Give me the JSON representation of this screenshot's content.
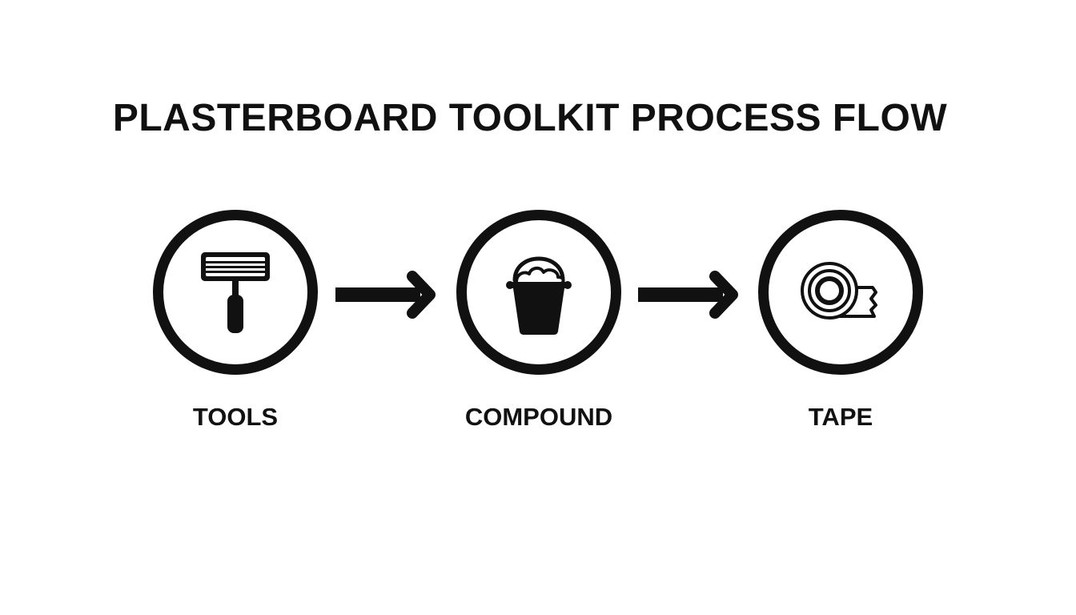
{
  "diagram": {
    "title": "PLASTERBOARD TOOLKIT PROCESS FLOW",
    "steps": [
      {
        "label": "TOOLS",
        "icon": "paint-roller-icon"
      },
      {
        "label": "COMPOUND",
        "icon": "bucket-icon"
      },
      {
        "label": "TAPE",
        "icon": "tape-roll-icon"
      }
    ],
    "connectors": [
      {
        "icon": "arrow-right-icon",
        "from": "TOOLS",
        "to": "COMPOUND"
      },
      {
        "icon": "arrow-right-icon",
        "from": "COMPOUND",
        "to": "TAPE"
      }
    ],
    "colors": {
      "foreground": "#111111",
      "background": "#ffffff"
    }
  }
}
